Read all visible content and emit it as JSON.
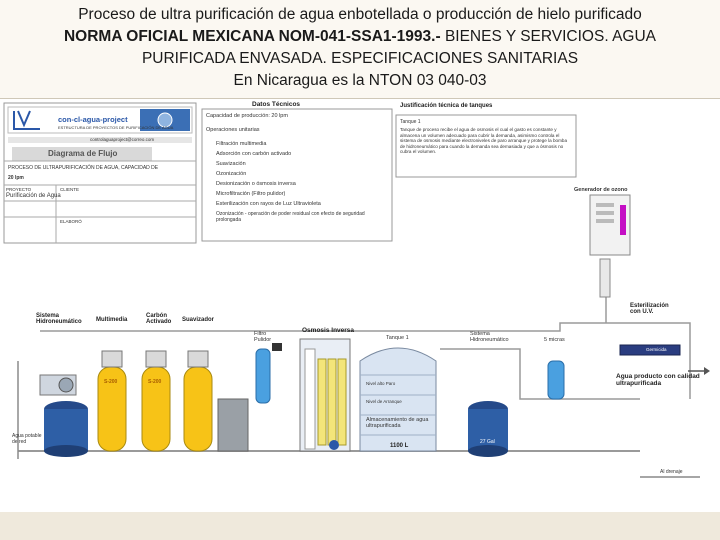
{
  "header": {
    "line1": "Proceso de ultra purificación de agua enbotellada o producción de hielo purificado",
    "line2_bold": "NORMA OFICIAL MEXICANA NOM-041-SSA1-1993.-",
    "line2_rest": " BIENES Y SERVICIOS. AGUA",
    "line3": "PURIFICADA ENVASADA. ESPECIFICACIONES SANITARIAS",
    "line4": "En  Nicaragua es la NTON 03 040-03"
  },
  "diagram": {
    "logo_text": "con-cl-agua-project",
    "logo_sub": "ESTRUCTURA DE PROYECTOS DE PURIFICACIÓN DE AGUA",
    "logo_email": "controlaguaproject@correo.com",
    "flow_title": "Diagrama de Flujo",
    "project_title": "PROCESO DE ULTRAPURIFICACIÓN DE AGUA, CAPACIDAD DE",
    "capacity": "20 lpm",
    "proyecto_label": "PROYECTO",
    "proyecto_value": "Purificación de Agua",
    "cliente_label": "CLIENTE",
    "elaboro_label": "ELABORÓ",
    "datos_tecnicos": "Datos Técnicos",
    "capacidad_prod": "Capacidad de producción: 20 lpm",
    "operaciones": "Operaciones unitarias",
    "ops": [
      "Filtración multimedia",
      "Adsorción con carbón activado",
      "Suavización",
      "Ozonización",
      "Desionización o ósmosis inversa",
      "Microfiltración (Filtro pulidor)",
      "Esterilización con rayos de Luz Ultravioleta",
      "Ozonización - operación de poder residual con efecto de seguridad prolongada"
    ],
    "justificacion": "Justificación técnica de tanques",
    "tanque1_label": "Tanque 1",
    "tanque1_text": "Tanque de proceso recibe el agua de osmosis el cual el gasto es constante y almacena un volumen adecuado para cubrir la demanda, asimismo controla el sistema de osmosis mediante electroniveles de paro arranque y protege la bomba de hidroneumático para cuando la demanda sea demasiada y que a ósmosis no cubra el volumen.",
    "labels": {
      "generador_ozono": "Generador de ozono",
      "sistema_hidro": "Sistema Hidroneumático",
      "multimedia": "Multimedia",
      "carbon": "Carbón Activado",
      "suavizador": "Suavizador",
      "filtro_pulidor": "Filtro Pulidor",
      "osmosis": "Osmosis Inversa",
      "tanque1": "Tanque 1",
      "sistema_hidro2": "Sistema Hidroneumático",
      "filtro5": "5 micras",
      "esterilizacion": "Esterilización con U.V.",
      "germicida": "Germicida",
      "agua_producto": "Agua producto con calidad ultrapurificada",
      "agua_potable": "Agua potable de red",
      "almacenamiento": "Almacenamiento de agua ultrapurificada",
      "volumen": "1100 L",
      "al_drenaje": "Al drenaje",
      "s200_a": "S-200",
      "s200_b": "S-200",
      "nivel_alto": "Nivel alto Paro",
      "nivel_bajo": "Nivel de Arranque",
      "gal": "27 Gal"
    }
  }
}
